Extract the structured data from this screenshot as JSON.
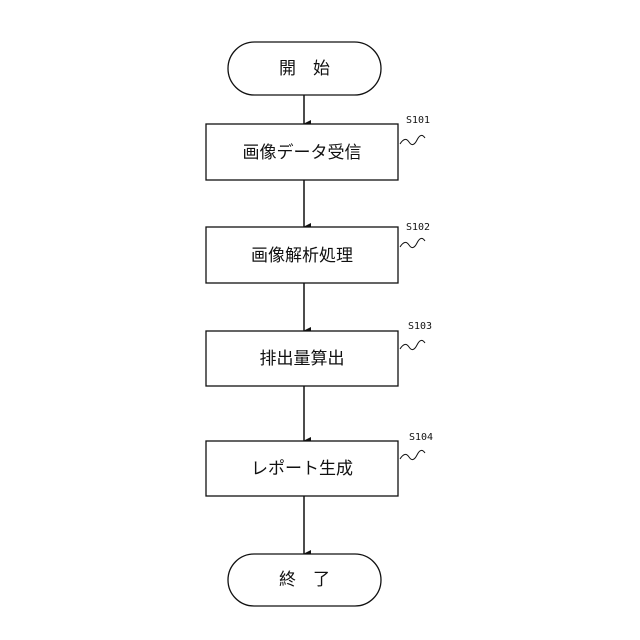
{
  "flowchart": {
    "start": {
      "label": "開　始"
    },
    "steps": [
      {
        "id": "S101",
        "label": "画像データ受信"
      },
      {
        "id": "S102",
        "label": "画像解析処理"
      },
      {
        "id": "S103",
        "label": "排出量算出"
      },
      {
        "id": "S104",
        "label": "レポート生成"
      }
    ],
    "end": {
      "label": "終　了"
    }
  },
  "colors": {
    "stroke": "#111111",
    "background": "#ffffff"
  }
}
